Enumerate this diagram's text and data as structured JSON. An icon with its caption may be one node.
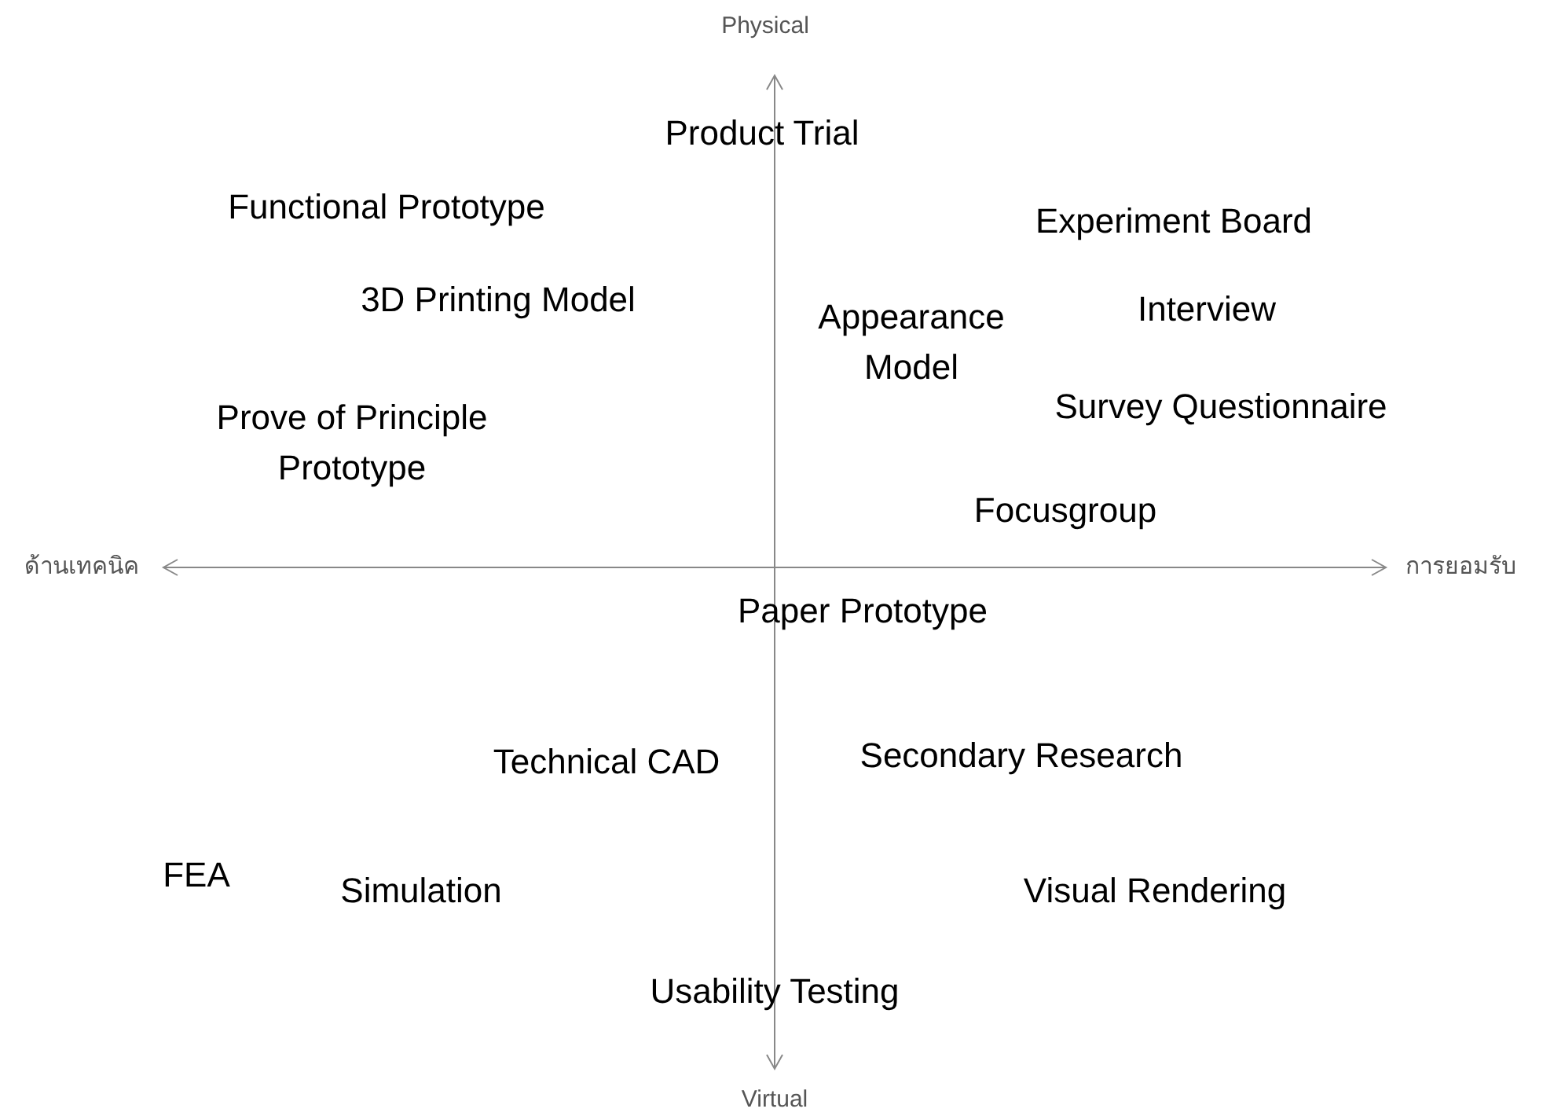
{
  "diagram": {
    "labels": [
      "Physical",
      "Product Trial",
      "Functional Prototype",
      "Experiment Board",
      "3D Printing Model",
      "Interview",
      "Appearance Model",
      "Survey Questionnaire",
      "Prove of Principle Prototype",
      "Focusgroup",
      "ด้านเทคนิค",
      "การยอมรับ",
      "Paper Prototype",
      "Technical CAD",
      "Secondary Research",
      "FEA",
      "Simulation",
      "Visual Rendering",
      "Usability Testing",
      "Virtual"
    ]
  }
}
